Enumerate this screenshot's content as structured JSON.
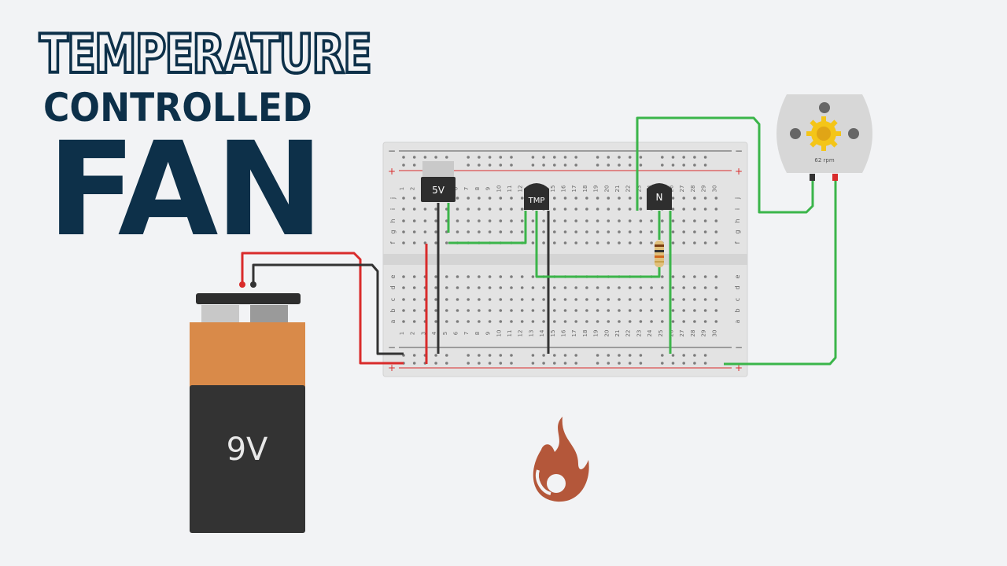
{
  "title": {
    "line1": "TEMPERATURE",
    "line2": "CONTROLLED",
    "line3": "FAN"
  },
  "battery": {
    "label": "9V"
  },
  "regulator": {
    "label": "5V"
  },
  "sensor": {
    "label": "TMP"
  },
  "transistor": {
    "label": "N"
  },
  "motor": {
    "label": "62 rpm"
  },
  "breadboard": {
    "rail_minus": "−",
    "rail_plus": "+",
    "columns": [
      "1",
      "2",
      "3",
      "4",
      "5",
      "6",
      "7",
      "8",
      "9",
      "10",
      "11",
      "12",
      "13",
      "14",
      "15",
      "16",
      "17",
      "18",
      "19",
      "20",
      "21",
      "22",
      "23",
      "24",
      "25",
      "26",
      "27",
      "28",
      "29",
      "30"
    ],
    "rows_top": [
      "j",
      "i",
      "h",
      "g",
      "f"
    ],
    "rows_bottom": [
      "e",
      "d",
      "c",
      "b",
      "a"
    ]
  },
  "colors": {
    "title": "#0d3049",
    "wire_green": "#3bb54a",
    "wire_red": "#d92b2b",
    "wire_black": "#333333",
    "battery_top": "#d98a49",
    "battery_body": "#333333",
    "flame": "#b4573a"
  },
  "icons": [
    "flame-icon",
    "gear-icon"
  ]
}
